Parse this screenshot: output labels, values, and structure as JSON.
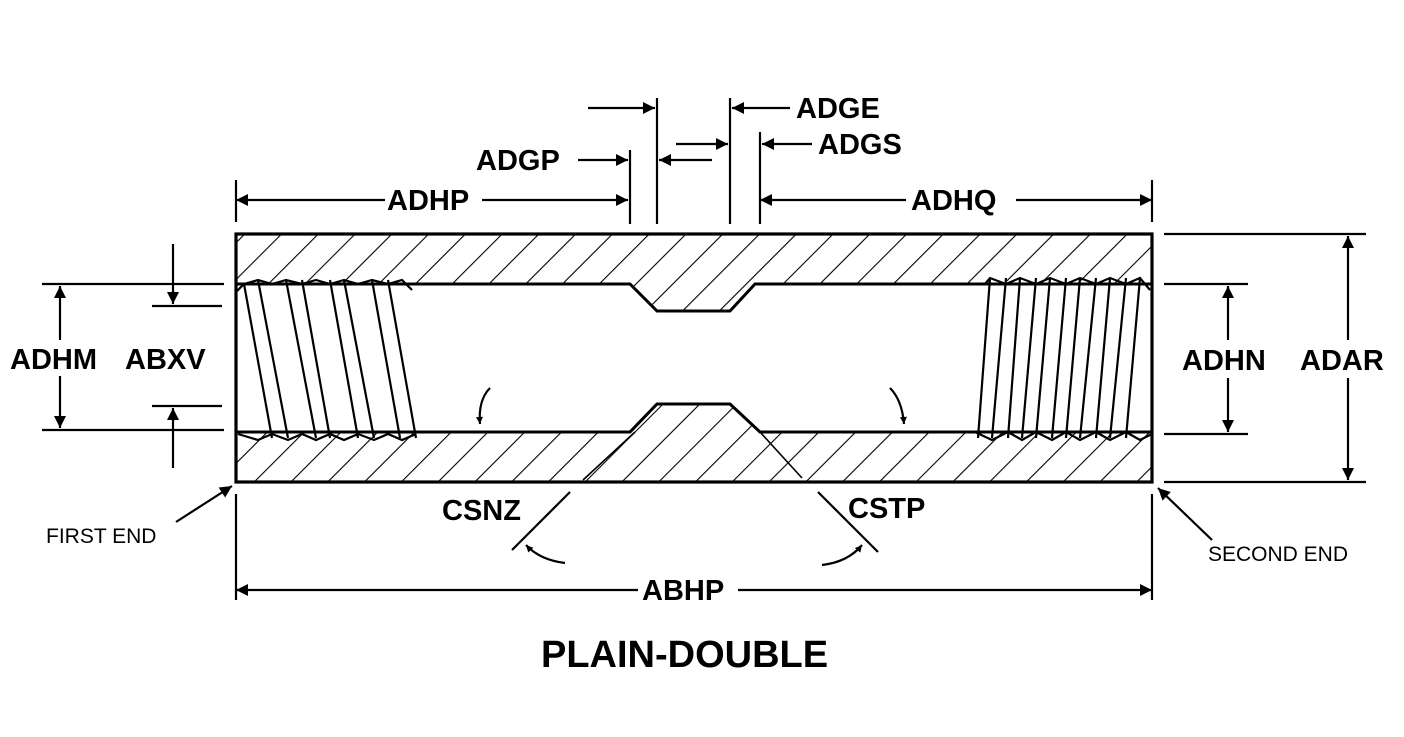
{
  "labels": {
    "adge": "ADGE",
    "adgs": "ADGS",
    "adgp": "ADGP",
    "adhp": "ADHP",
    "adhq": "ADHQ",
    "adhm": "ADHM",
    "abxv": "ABXV",
    "adhn": "ADHN",
    "adar": "ADAR",
    "csnz": "CSNZ",
    "cstp": "CSTP",
    "abhp": "ABHP",
    "first_end": "FIRST END",
    "second_end": "SECOND END"
  },
  "title": "PLAIN-DOUBLE"
}
